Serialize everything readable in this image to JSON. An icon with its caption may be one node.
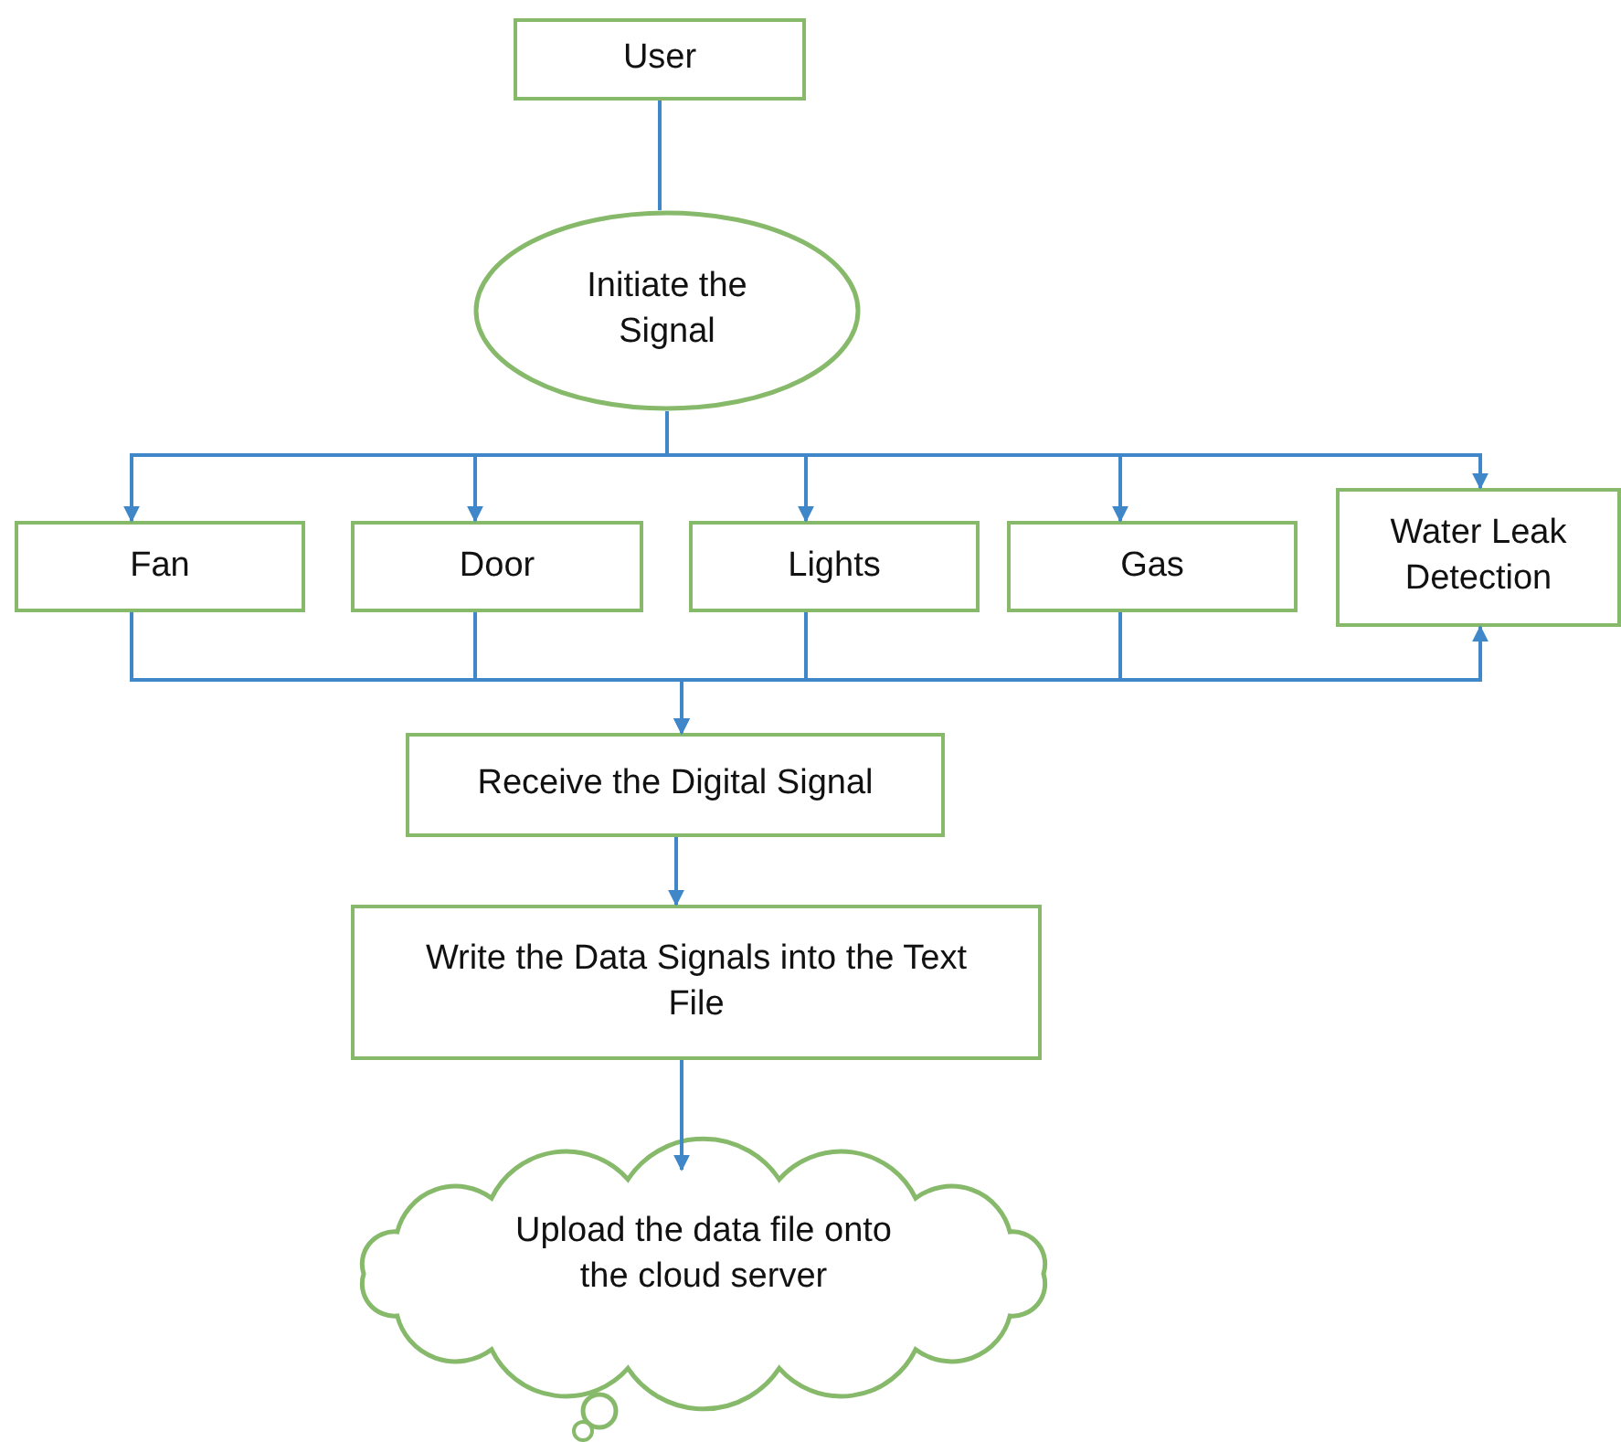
{
  "diagram": {
    "nodes": [
      {
        "text": [
          "User"
        ]
      },
      {
        "text": [
          "Initiate the Signal"
        ]
      },
      {
        "text": [
          "Fan"
        ]
      },
      {
        "text": [
          "Door"
        ]
      },
      {
        "text": [
          "Lights"
        ]
      },
      {
        "text": [
          "Gas"
        ]
      },
      {
        "text": [
          "Water Leak Detection"
        ]
      },
      {
        "text": [
          "Receive the Digital Signal"
        ]
      },
      {
        "text": [
          "Write the Data Signals into the Text File"
        ]
      },
      {
        "text": [
          "Upload the data file onto the cloud server"
        ]
      }
    ],
    "edges": [
      {
        "from": 0,
        "to": 1,
        "arrow": "none"
      },
      {
        "from": 1,
        "to": 2,
        "arrow": "to"
      },
      {
        "from": 1,
        "to": 3,
        "arrow": "to"
      },
      {
        "from": 1,
        "to": 4,
        "arrow": "to"
      },
      {
        "from": 1,
        "to": 5,
        "arrow": "to"
      },
      {
        "from": 1,
        "to": 6,
        "arrow": "to"
      },
      {
        "from": 2,
        "to": 7,
        "arrow": "to"
      },
      {
        "from": 3,
        "to": 7,
        "arrow": "to"
      },
      {
        "from": 4,
        "to": 7,
        "arrow": "to"
      },
      {
        "from": 5,
        "to": 7,
        "arrow": "to"
      },
      {
        "from": 7,
        "to": 6,
        "arrow": "to"
      },
      {
        "from": 7,
        "to": 8,
        "arrow": "to"
      },
      {
        "from": 8,
        "to": 9,
        "arrow": "to"
      }
    ]
  }
}
